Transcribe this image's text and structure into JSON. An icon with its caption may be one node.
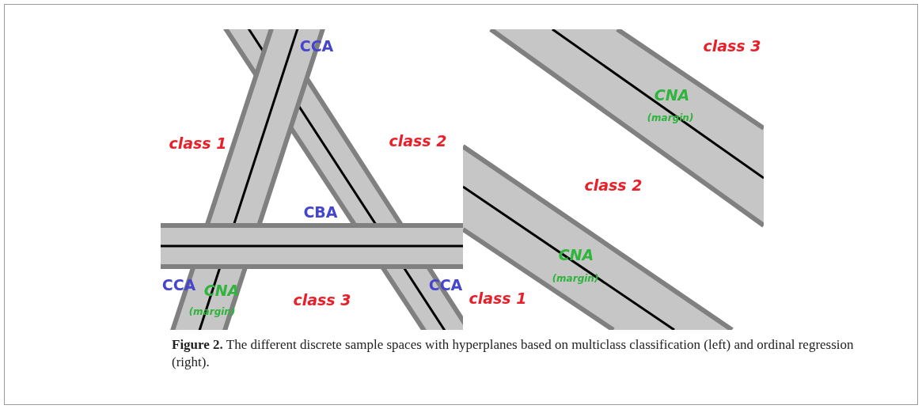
{
  "diagram": {
    "caption": "**Figure 2.** The different discrete sample spaces with hyperplanes based on multiclass classification (left) and ordinal regression (right).",
    "labels": [
      "CCA",
      "class 1",
      "class 2",
      "CBA",
      "CCA",
      "CNA",
      "(margin)",
      "class 3",
      "CCA",
      "class 3",
      "CNA",
      "(margin)",
      "class 2",
      "CNA",
      "(margin)",
      "class 1"
    ]
  }
}
